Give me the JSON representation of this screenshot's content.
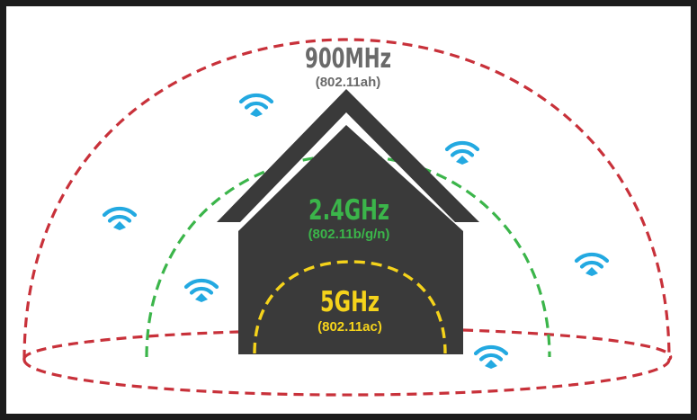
{
  "bands": [
    {
      "id": "900mhz",
      "frequency": "900MHz",
      "standard": "(802.11ah)",
      "color": "#c8313a"
    },
    {
      "id": "24ghz",
      "frequency": "2.4GHz",
      "standard": "(802.11b/g/n)",
      "color": "#3bb54a"
    },
    {
      "id": "5ghz",
      "frequency": "5GHz",
      "standard": "(802.11ac)",
      "color": "#f5d31b"
    }
  ],
  "colors": {
    "house": "#3a3a3a",
    "wifi_icon": "#23a9e1",
    "frequency_label_900mhz": "#6a6a6a",
    "standard_label_900mhz": "#6a6a6a",
    "background": "#ffffff",
    "frame": "#1c1c1c"
  },
  "icons": [
    "wifi-icon"
  ]
}
